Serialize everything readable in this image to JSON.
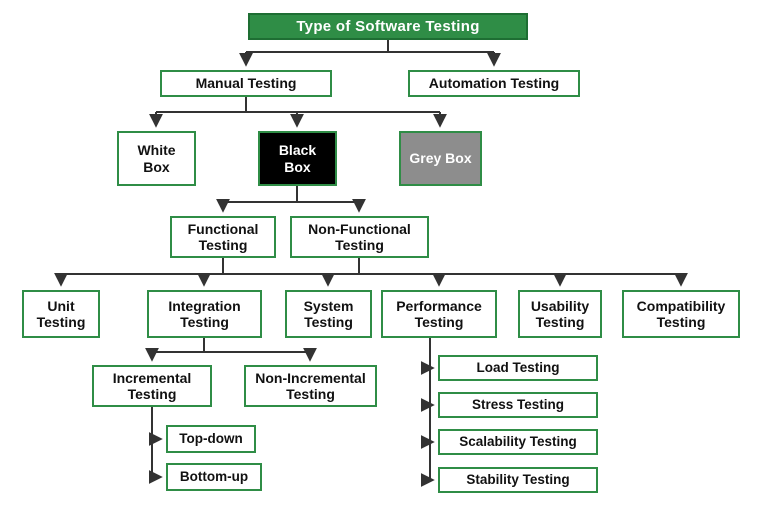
{
  "diagram": {
    "title": "Type of Software Testing",
    "colors": {
      "green": "#2f8d46",
      "green_dark": "#1e6e33",
      "black_box_bg": "#000000",
      "grey_box_bg": "#8d8d8d",
      "line": "#333333"
    },
    "nodes": {
      "manual": "Manual Testing",
      "automation": "Automation Testing",
      "white_box": "White Box",
      "black_box": "Black Box",
      "grey_box": "Grey Box",
      "functional": "Functional Testing",
      "non_functional": "Non-Functional Testing",
      "unit": "Unit Testing",
      "integration": "Integration Testing",
      "system": "System Testing",
      "performance": "Performance Testing",
      "usability": "Usability Testing",
      "compatibility": "Compatibility Testing",
      "incremental": "Incremental Testing",
      "non_incremental": "Non-Incremental Testing",
      "top_down": "Top-down",
      "bottom_up": "Bottom-up",
      "load": "Load Testing",
      "stress": "Stress Testing",
      "scalability": "Scalability Testing",
      "stability": "Stability Testing"
    }
  }
}
